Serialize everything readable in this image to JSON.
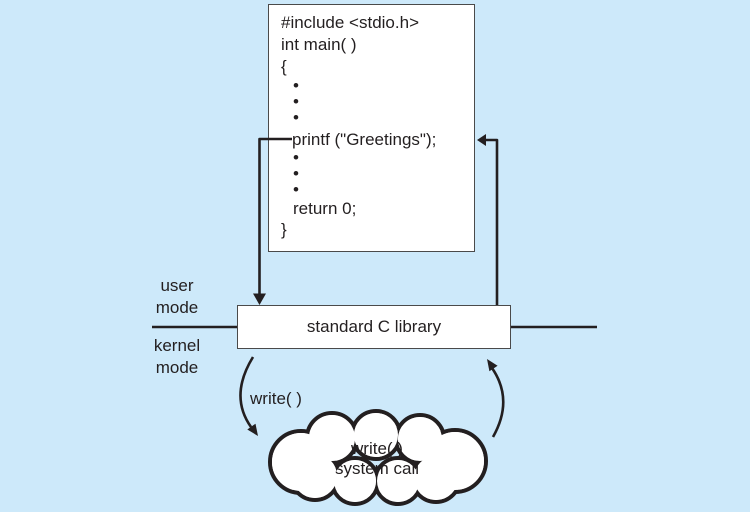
{
  "diagram": {
    "code": {
      "lines": [
        "#include <stdio.h>",
        "int main( )",
        "{",
        "•",
        "•",
        "•",
        "printf (\"Greetings\");",
        "•",
        "•",
        "•",
        "return 0;",
        "}"
      ]
    },
    "labels": {
      "user_mode": "user\nmode",
      "kernel_mode": "kernel\nmode",
      "write_call": "write( )"
    },
    "library": {
      "label": "standard C library"
    },
    "cloud": {
      "label": "write( )\nsystem call"
    },
    "colors": {
      "background": "#cde9fa",
      "ink": "#231f20",
      "border": "#4a4a4a",
      "fill": "#ffffff"
    }
  }
}
